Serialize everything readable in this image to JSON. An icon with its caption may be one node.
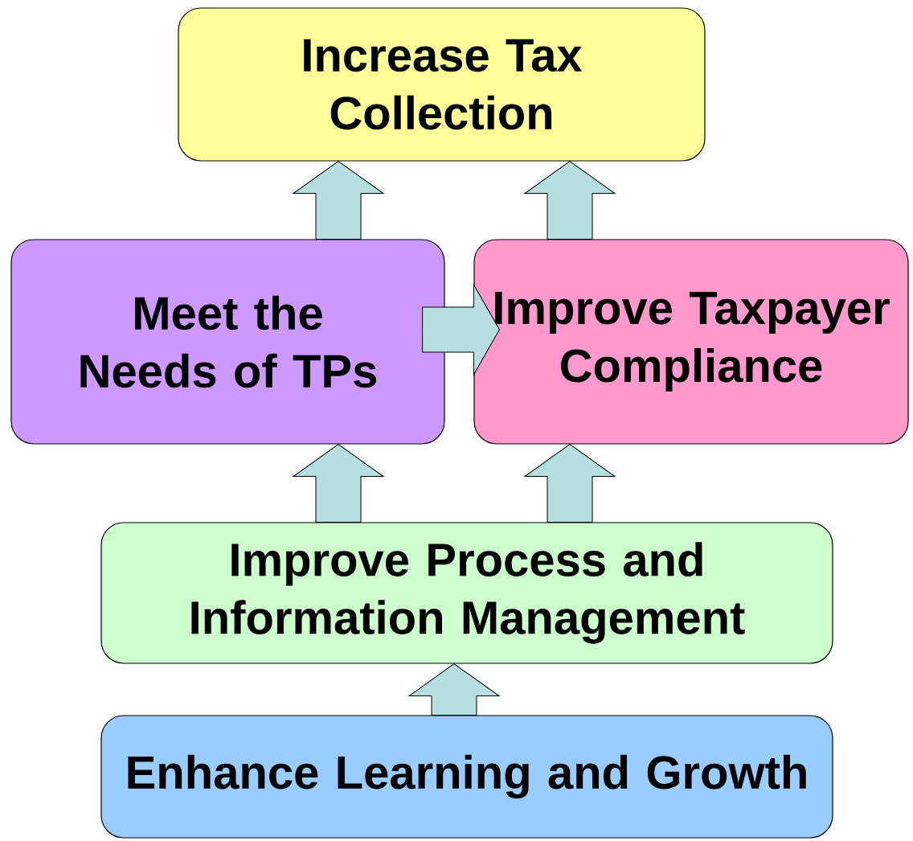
{
  "diagram": {
    "nodes": [
      {
        "text": [
          "Increase Tax Collection"
        ]
      },
      {
        "text": [
          "Meet the Needs of TPs"
        ]
      },
      {
        "text": [
          "Improve Taxpayer Compliance"
        ]
      },
      {
        "text": [
          "Improve Process and Information Management"
        ]
      },
      {
        "text": [
          "Enhance Learning and Growth"
        ]
      }
    ],
    "edges": [
      {
        "from": 1,
        "to": 0,
        "arrow": "to"
      },
      {
        "from": 2,
        "to": 0,
        "arrow": "to"
      },
      {
        "from": 1,
        "to": 2,
        "arrow": "to"
      },
      {
        "from": 3,
        "to": 1,
        "arrow": "to"
      },
      {
        "from": 3,
        "to": 2,
        "arrow": "to"
      },
      {
        "from": 4,
        "to": 3,
        "arrow": "to"
      }
    ]
  }
}
